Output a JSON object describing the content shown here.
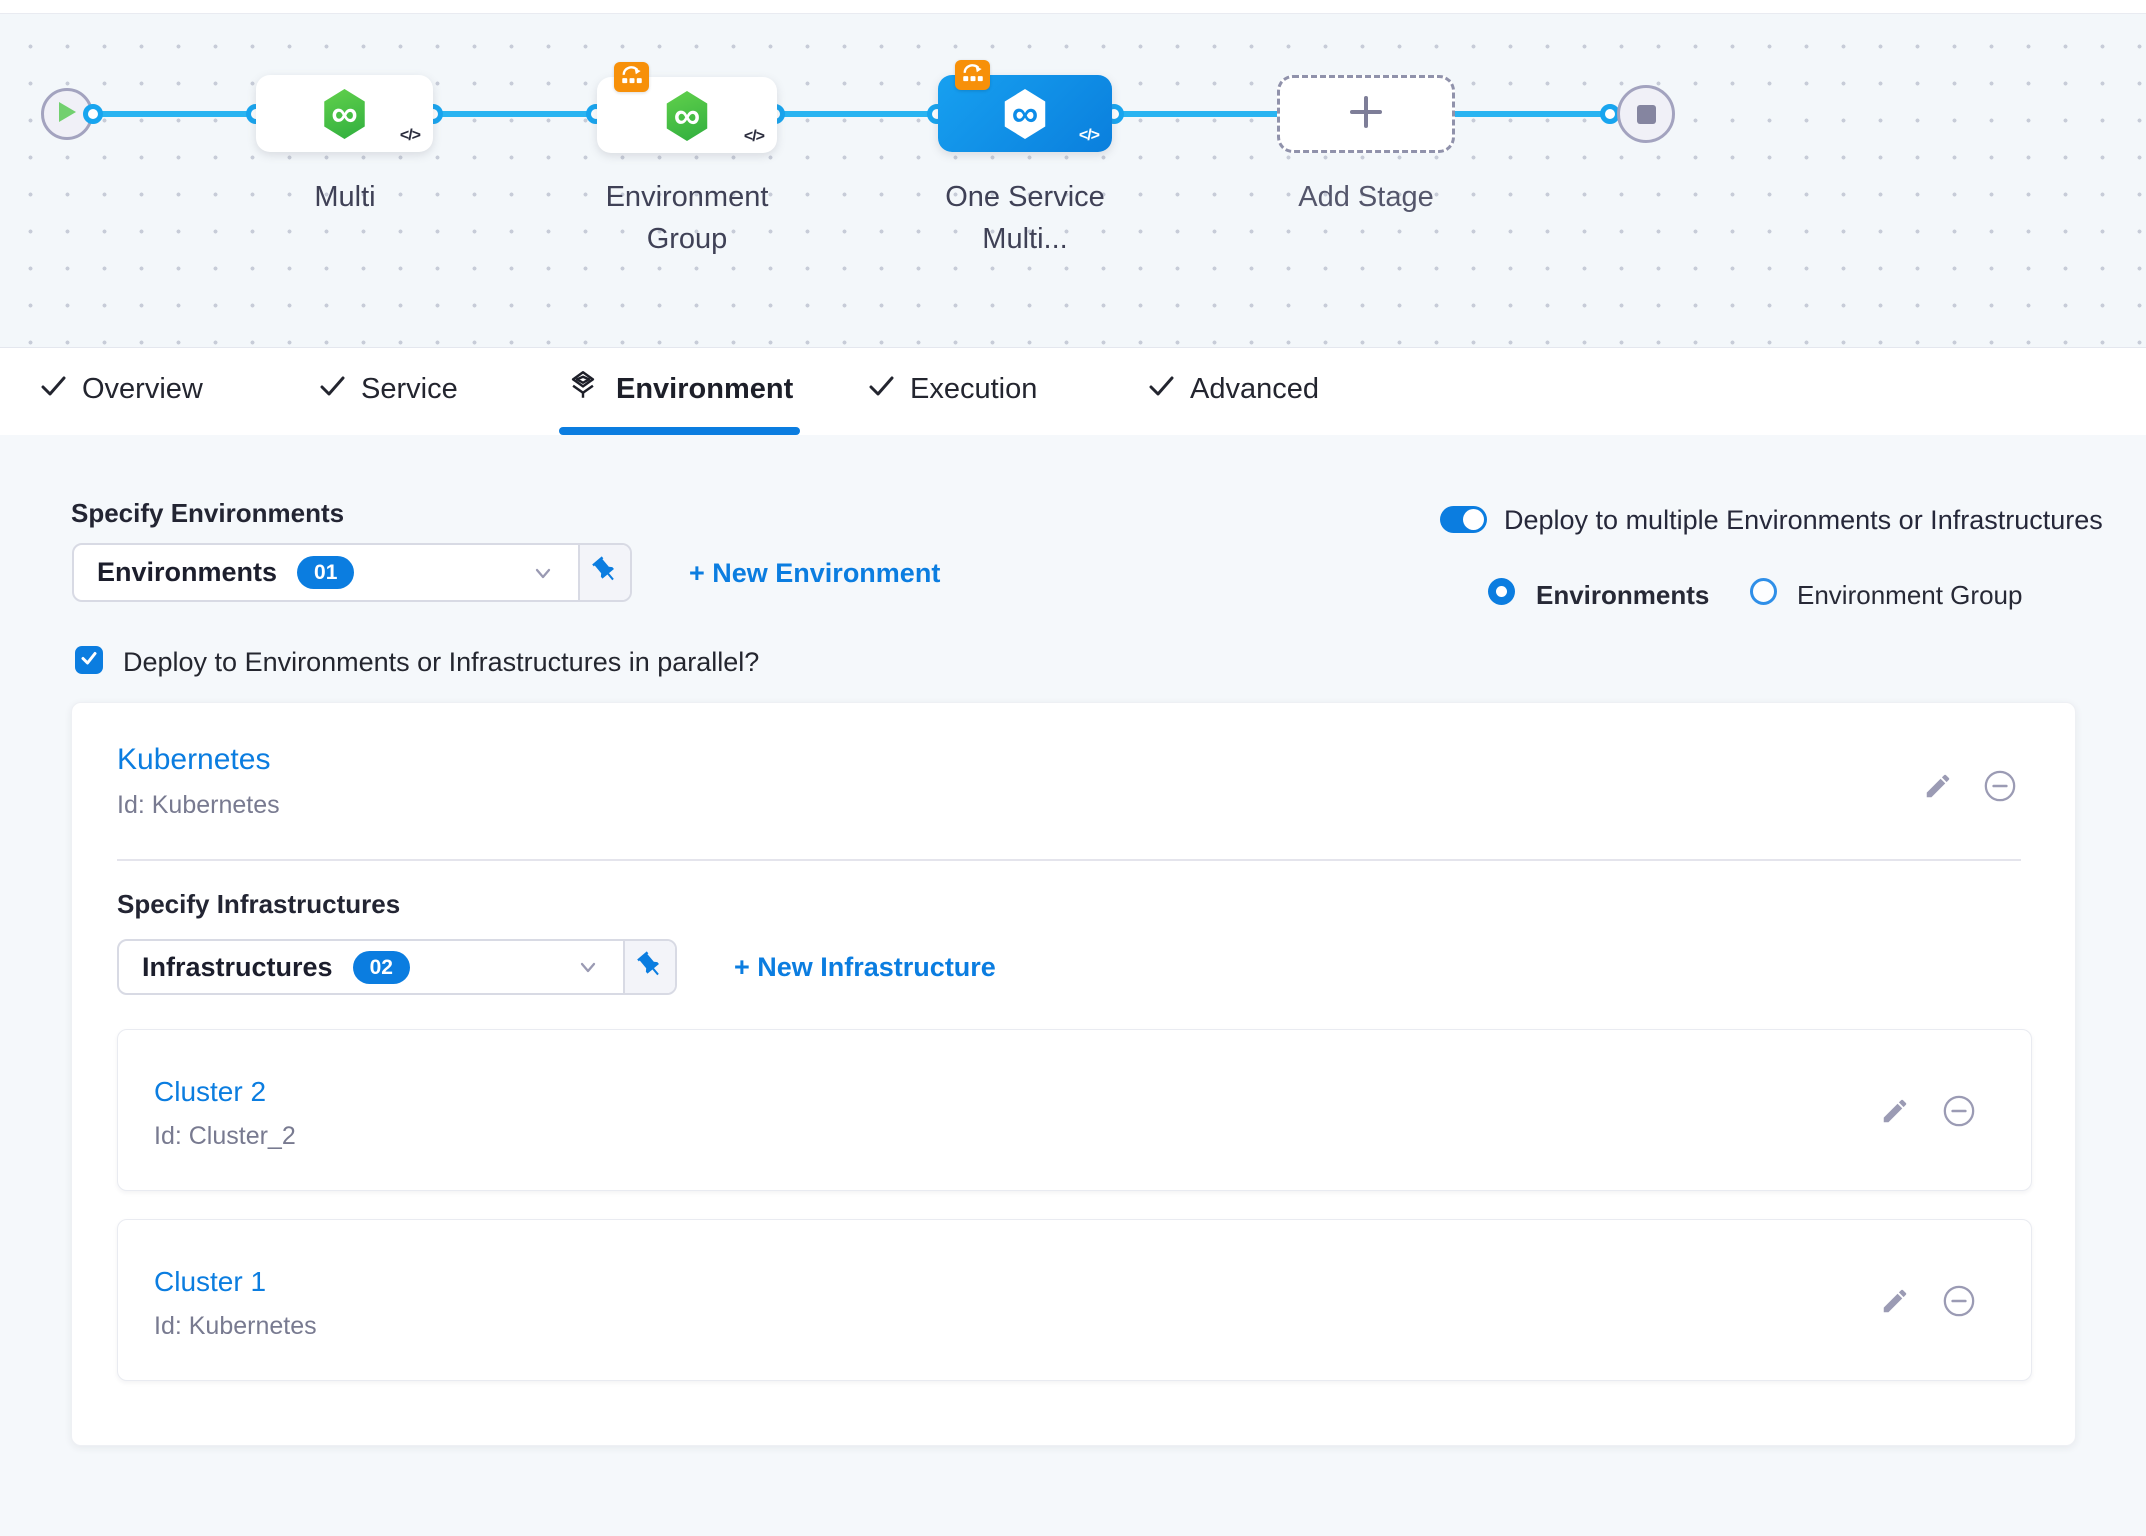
{
  "colors": {
    "primary": "#0b7de0",
    "pipeline_line": "#29b4f1",
    "node_green": "#3fbf47",
    "badge_orange": "#f79009",
    "selected_node_blue": "#0e8ae6"
  },
  "pipeline": {
    "infinity_glyph": "∞",
    "code_glyph": "</>",
    "nodes": {
      "multi": {
        "label": "Multi"
      },
      "environment_group": {
        "label": "Environment Group"
      },
      "one_service": {
        "label": "One Service Multi...",
        "selected": true
      },
      "add_stage": {
        "label": "Add Stage"
      }
    }
  },
  "tabs": [
    {
      "label": "Overview",
      "state": "done"
    },
    {
      "label": "Service",
      "state": "done"
    },
    {
      "label": "Environment",
      "state": "active"
    },
    {
      "label": "Execution",
      "state": "done"
    },
    {
      "label": "Advanced",
      "state": "done"
    }
  ],
  "environment_section": {
    "heading": "Specify Environments",
    "dropdown": {
      "label": "Environments",
      "count": "01"
    },
    "new_environment_link": "+ New Environment",
    "toggle_label": "Deploy to multiple Environments or Infrastructures",
    "toggle_on": true,
    "radio_environments": "Environments",
    "radio_environment_group": "Environment Group",
    "selected_radio": "Environments",
    "parallel_checkbox_label": "Deploy to Environments or Infrastructures in parallel?",
    "parallel_checkbox_checked": true
  },
  "environment_card": {
    "title": "Kubernetes",
    "id": "Id: Kubernetes",
    "infra_heading": "Specify Infrastructures",
    "infra_dropdown": {
      "label": "Infrastructures",
      "count": "02"
    },
    "new_infrastructure_link": "+ New Infrastructure",
    "infrastructures": [
      {
        "title": "Cluster 2",
        "id": "Id: Cluster_2"
      },
      {
        "title": "Cluster 1",
        "id": "Id: Kubernetes"
      }
    ]
  }
}
